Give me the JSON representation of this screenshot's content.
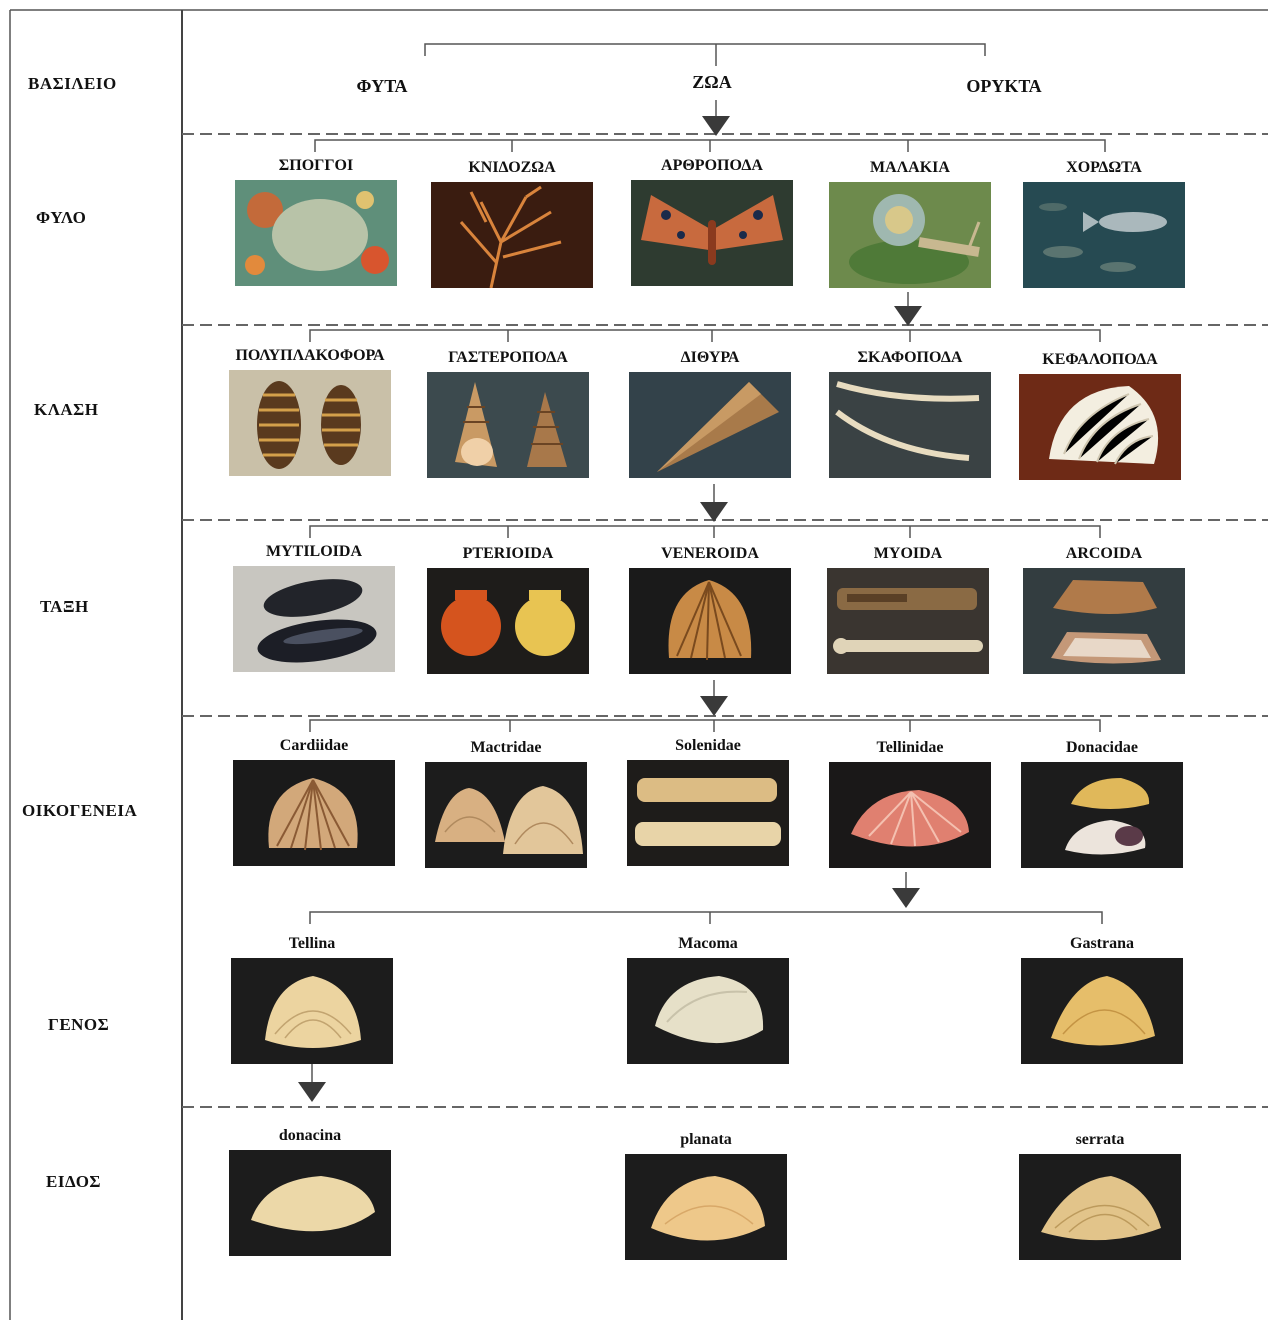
{
  "rank_labels": {
    "kingdom": "ΒΑΣΙΛΕΙΟ",
    "phylum": "ΦΥΛΟ",
    "class": "ΚΛΑΣΗ",
    "order": "ΤΑΞΗ",
    "family": "ΟΙΚΟΓΕΝΕΙΑ",
    "genus": "ΓΕΝΟΣ",
    "species": "ΕΙΔΟΣ"
  },
  "kingdoms": [
    "ΦΥΤΑ",
    "ΖΩΑ",
    "ΟΡΥΚΤΑ"
  ],
  "phyla": [
    {
      "name": "ΣΠΟΓΓΟΙ",
      "photo": "sponge"
    },
    {
      "name": "ΚΝΙΔΟΖΩΑ",
      "photo": "coral"
    },
    {
      "name": "ΑΡΘΡΟΠΟΔΑ",
      "photo": "moth"
    },
    {
      "name": "ΜΑΛΑΚΙΑ",
      "photo": "snail"
    },
    {
      "name": "ΧΟΡΔΩΤΑ",
      "photo": "fish"
    }
  ],
  "classes": [
    {
      "name": "ΠΟΛΥΠΛΑΚΟΦΟΡΑ",
      "photo": "chiton"
    },
    {
      "name": "ΓΑΣΤΕΡΟΠΟΔΑ",
      "photo": "whelk"
    },
    {
      "name": "ΔΙΘΥΡΑ",
      "photo": "pen-shell"
    },
    {
      "name": "ΣΚΑΦΟΠΟΔΑ",
      "photo": "tusk-shell"
    },
    {
      "name": "ΚΕΦΑΛΟΠΟΔΑ",
      "photo": "argonaut"
    }
  ],
  "orders": [
    {
      "name": "MYTILOIDA",
      "photo": "mussels"
    },
    {
      "name": "PTERIOIDA",
      "photo": "scallops"
    },
    {
      "name": "VENEROIDA",
      "photo": "cockle"
    },
    {
      "name": "MYOIDA",
      "photo": "shipworm"
    },
    {
      "name": "ARCOIDA",
      "photo": "ark-shell"
    }
  ],
  "families": [
    {
      "name": "Cardiidae",
      "photo": "cardiid-shell"
    },
    {
      "name": "Mactridae",
      "photo": "mactrid-shells"
    },
    {
      "name": "Solenidae",
      "photo": "razor-shells"
    },
    {
      "name": "Tellinidae",
      "photo": "pink-tellin"
    },
    {
      "name": "Donacidae",
      "photo": "wedge-shells"
    }
  ],
  "genera": [
    {
      "name": "Tellina",
      "photo": "tellina-shell"
    },
    {
      "name": "Macoma",
      "photo": "macoma-shell"
    },
    {
      "name": "Gastrana",
      "photo": "gastrana-shell"
    }
  ],
  "species": [
    {
      "name": "donacina",
      "photo": "donacina-shell"
    },
    {
      "name": "planata",
      "photo": "planata-shell"
    },
    {
      "name": "serrata",
      "photo": "serrata-shell"
    }
  ],
  "colors": {
    "line": "#555555",
    "dashed": "#666666",
    "arrow": "#3a3a3a",
    "photo_dark_bg": "#1c1c1c"
  }
}
